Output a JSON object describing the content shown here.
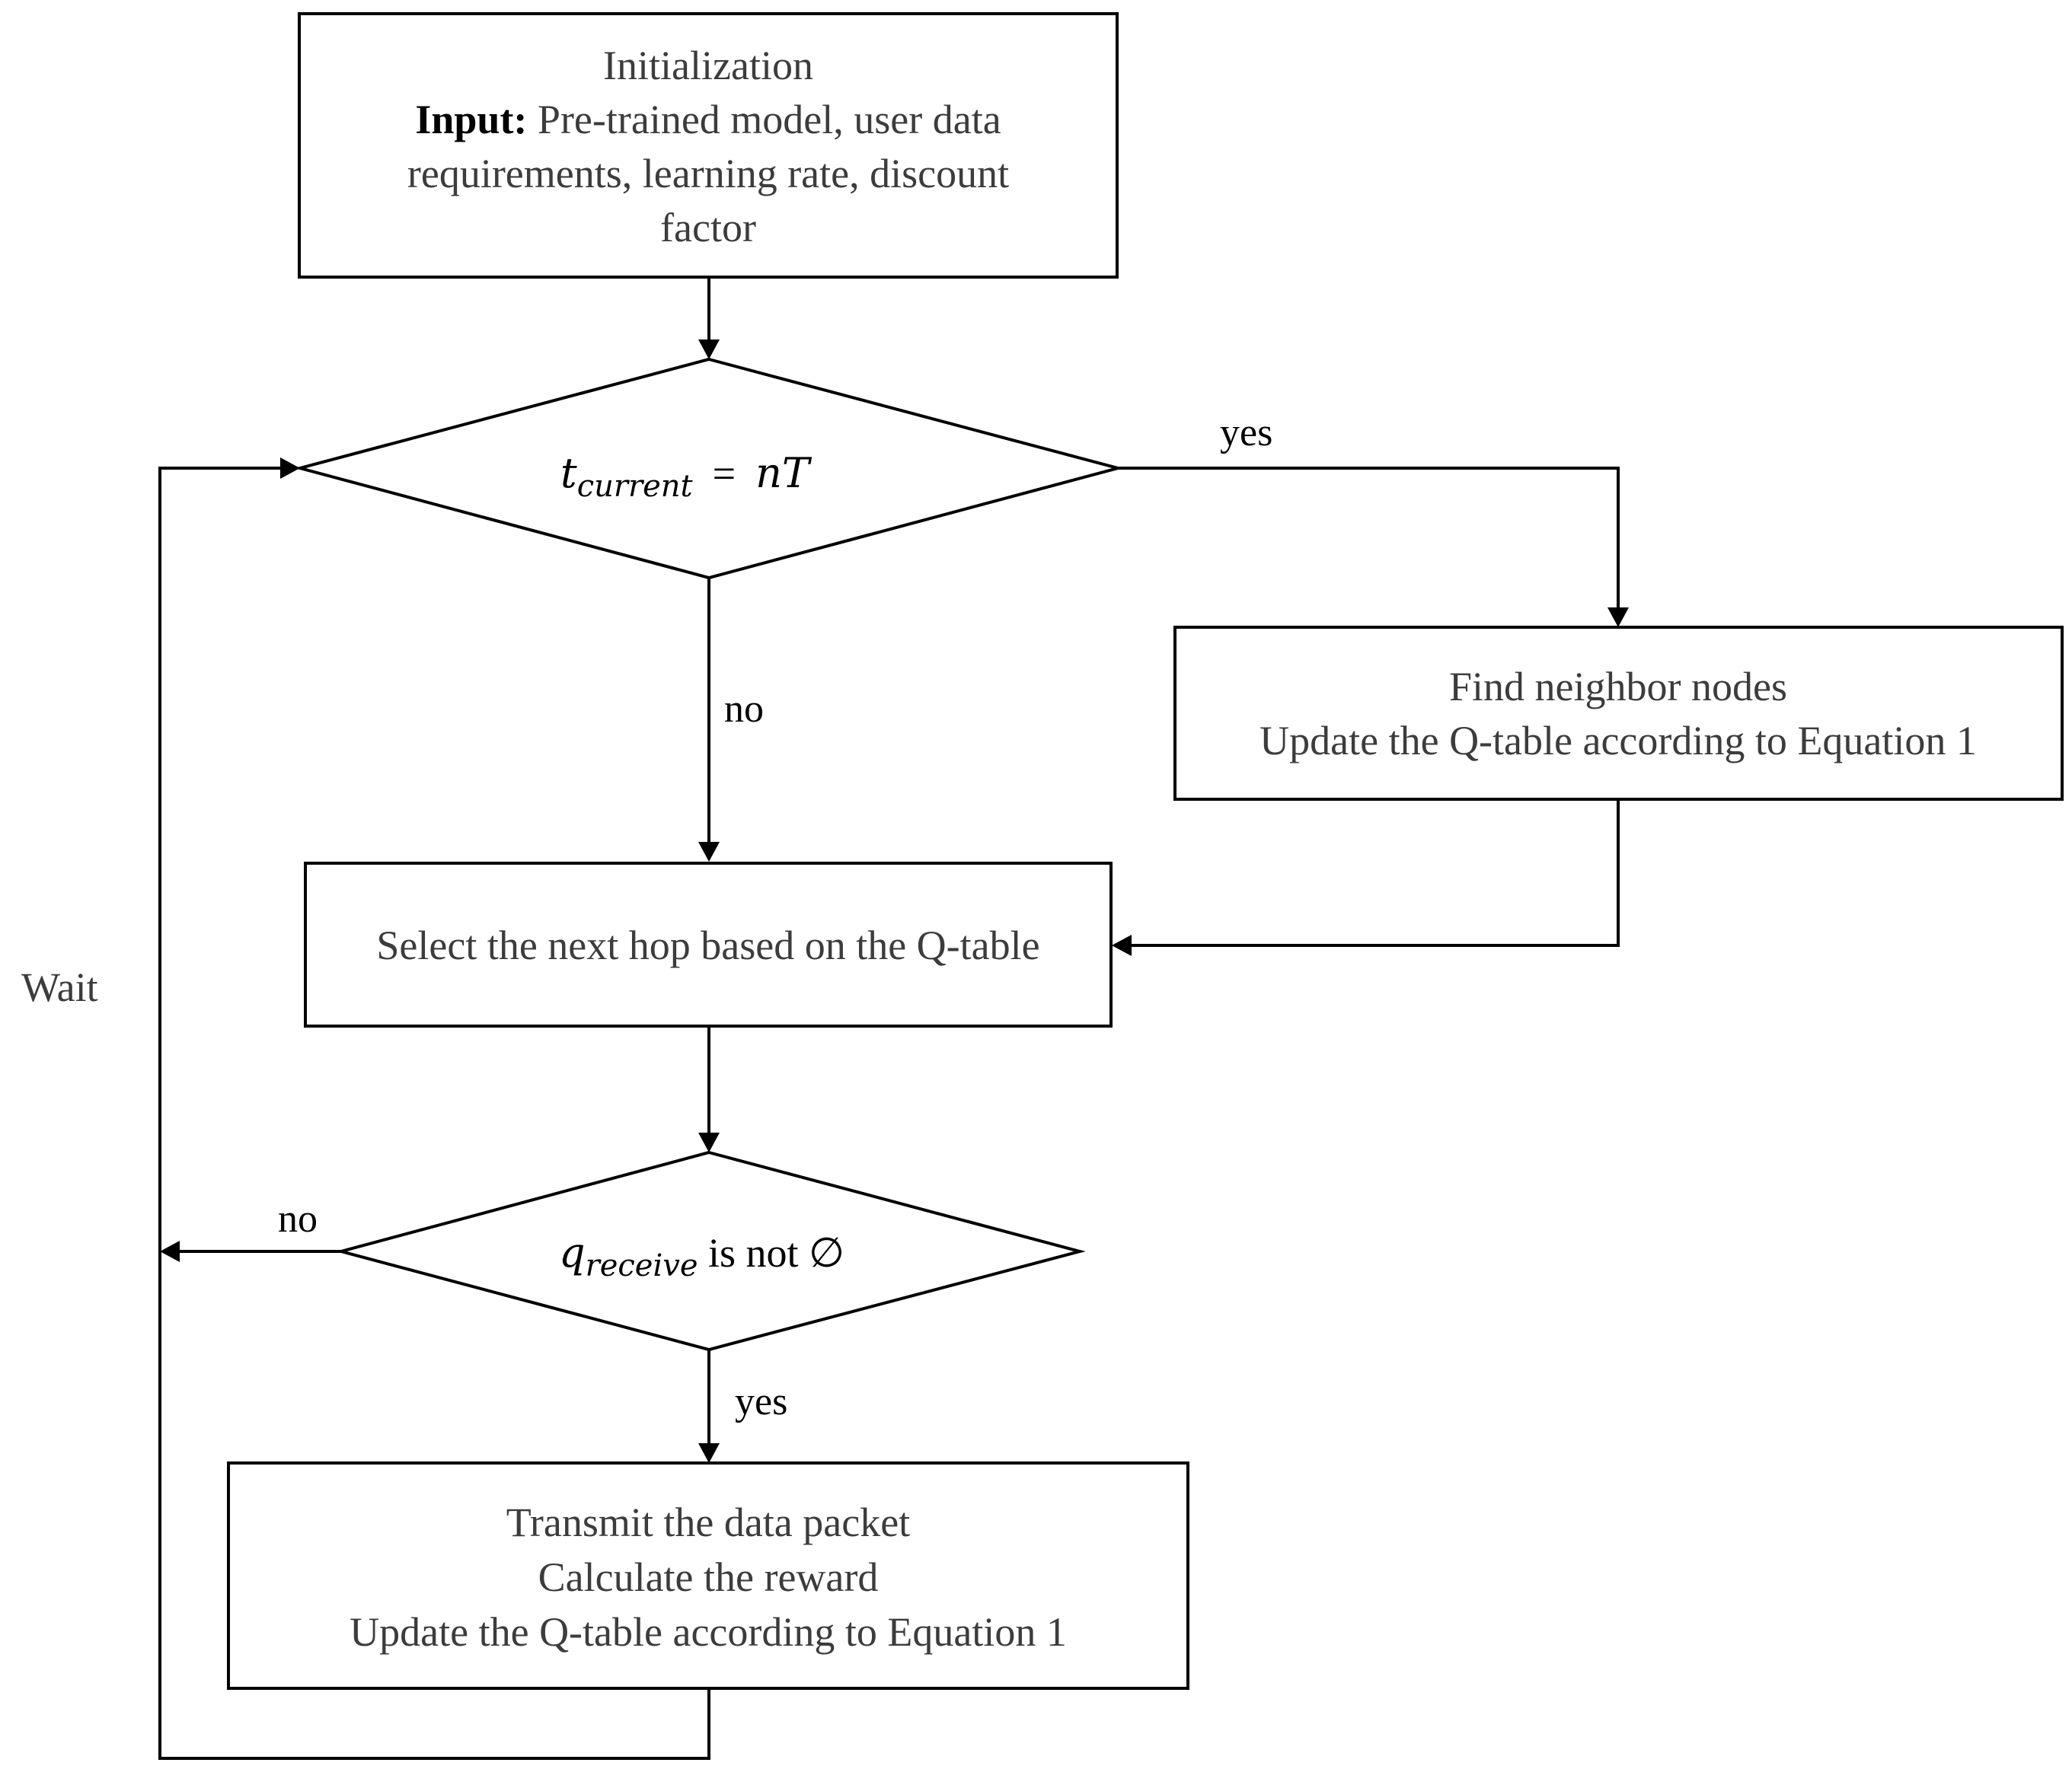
{
  "nodes": {
    "init": {
      "line1": "Initialization",
      "line2_bold": "Input:",
      "line2_rest": " Pre-trained model, user data",
      "line3": "requirements, learning rate, discount",
      "line4": "factor"
    },
    "decision_time": {
      "var": "t",
      "sub": "current",
      "op": "=",
      "rhs": "nT"
    },
    "find_neighbors": {
      "line1": "Find neighbor nodes",
      "line2": "Update the Q-table according to Equation 1"
    },
    "select_hop": {
      "line1": "Select the next hop based on the Q-table"
    },
    "decision_receive": {
      "var": "q",
      "sub": "receive",
      "rest": " is not ∅"
    },
    "transmit": {
      "line1": "Transmit the data packet",
      "line2": "Calculate the reward",
      "line3": "Update the Q-table according to Equation 1"
    }
  },
  "edge_labels": {
    "time_yes": "yes",
    "time_no": "no",
    "receive_no": "no",
    "receive_yes": "yes",
    "wait": "Wait"
  }
}
